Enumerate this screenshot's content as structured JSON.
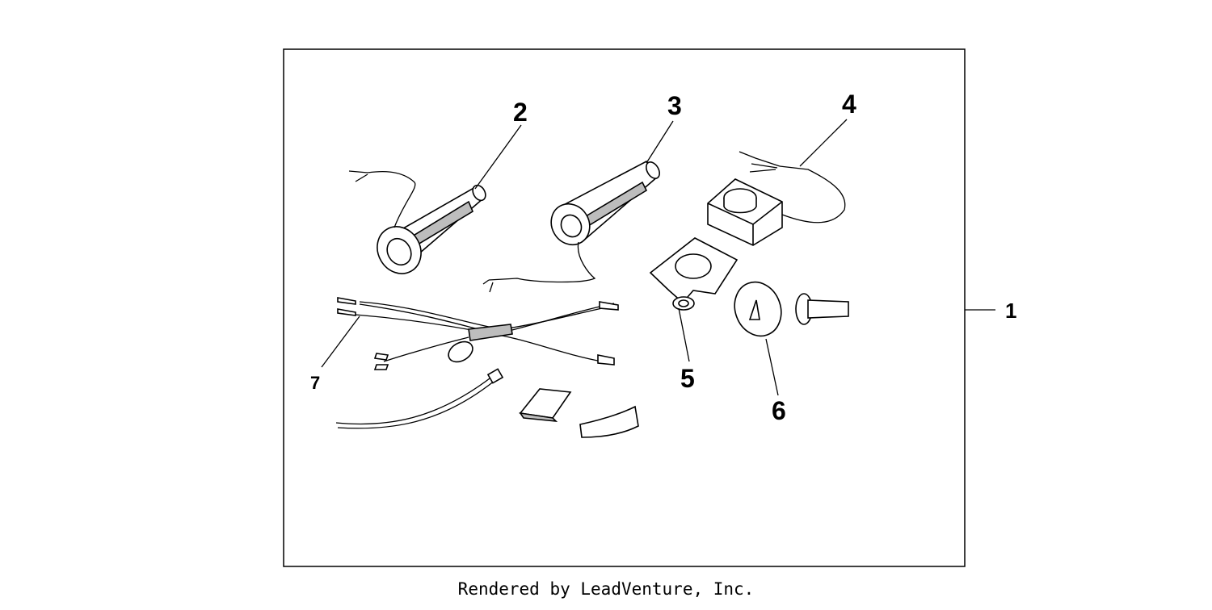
{
  "diagram": {
    "callouts": {
      "c1": "1",
      "c2": "2",
      "c3": "3",
      "c4": "4",
      "c5": "5",
      "c6": "6",
      "c7": "7"
    },
    "colors": {
      "line": "#000000",
      "fill": "#ffffff",
      "shade": "#bdbdbd"
    }
  },
  "footer": {
    "text": "Rendered by LeadVenture, Inc."
  }
}
